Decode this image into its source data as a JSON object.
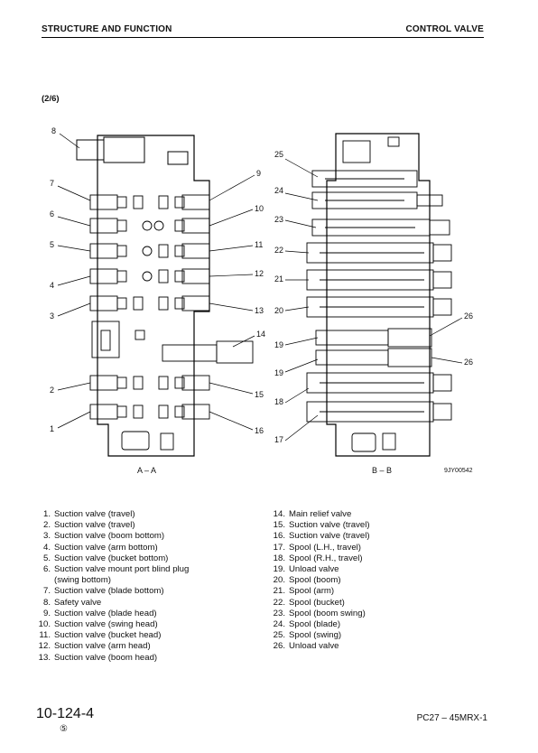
{
  "header": {
    "left": "STRUCTURE AND FUNCTION",
    "right": "CONTROL VALVE"
  },
  "section_label": "(2/6)",
  "figure": {
    "caption_left": "A – A",
    "caption_right": "B – B",
    "drawing_no": "9JY00542",
    "callouts_left": [
      "8",
      "7",
      "6",
      "5",
      "4",
      "3",
      "2",
      "1"
    ],
    "callouts_mid": [
      "9",
      "10",
      "11",
      "12",
      "13",
      "14",
      "15",
      "16"
    ],
    "callouts_right_l": [
      "25",
      "24",
      "23",
      "22",
      "21",
      "20",
      "19",
      "19",
      "18",
      "17"
    ],
    "callouts_right_r": [
      "26",
      "26"
    ]
  },
  "legend": {
    "col1": [
      {
        "n": "1.",
        "t": "Suction valve (travel)"
      },
      {
        "n": "2.",
        "t": "Suction valve (travel)"
      },
      {
        "n": "3.",
        "t": "Suction valve (boom bottom)"
      },
      {
        "n": "4.",
        "t": "Suction valve (arm bottom)"
      },
      {
        "n": "5.",
        "t": "Suction valve (bucket bottom)"
      },
      {
        "n": "6.",
        "t": "Suction valve mount port blind plug",
        "t2": "(swing bottom)"
      },
      {
        "n": "7.",
        "t": "Suction valve (blade bottom)"
      },
      {
        "n": "8.",
        "t": "Safety valve"
      },
      {
        "n": "9.",
        "t": "Suction valve (blade head)"
      },
      {
        "n": "10.",
        "t": "Suction valve (swing head)"
      },
      {
        "n": "11.",
        "t": "Suction valve (bucket head)"
      },
      {
        "n": "12.",
        "t": "Suction valve (arm head)"
      },
      {
        "n": "13.",
        "t": "Suction valve (boom head)"
      }
    ],
    "col2": [
      {
        "n": "14.",
        "t": "Main relief valve"
      },
      {
        "n": "15.",
        "t": "Suction valve (travel)"
      },
      {
        "n": "16.",
        "t": "Suction valve (travel)"
      },
      {
        "n": "17.",
        "t": "Spool (L.H., travel)"
      },
      {
        "n": "18.",
        "t": "Spool (R.H., travel)"
      },
      {
        "n": "19.",
        "t": "Unload valve"
      },
      {
        "n": "20.",
        "t": "Spool (boom)"
      },
      {
        "n": "21.",
        "t": "Spool (arm)"
      },
      {
        "n": "22.",
        "t": "Spool (bucket)"
      },
      {
        "n": "23.",
        "t": "Spool (boom swing)"
      },
      {
        "n": "24.",
        "t": "Spool (blade)"
      },
      {
        "n": "25.",
        "t": "Spool (swing)"
      },
      {
        "n": "26.",
        "t": "Unload valve"
      }
    ]
  },
  "footer": {
    "page": "10-124-4",
    "mark": "⑤",
    "model": "PC27 – 45MRX-1"
  }
}
